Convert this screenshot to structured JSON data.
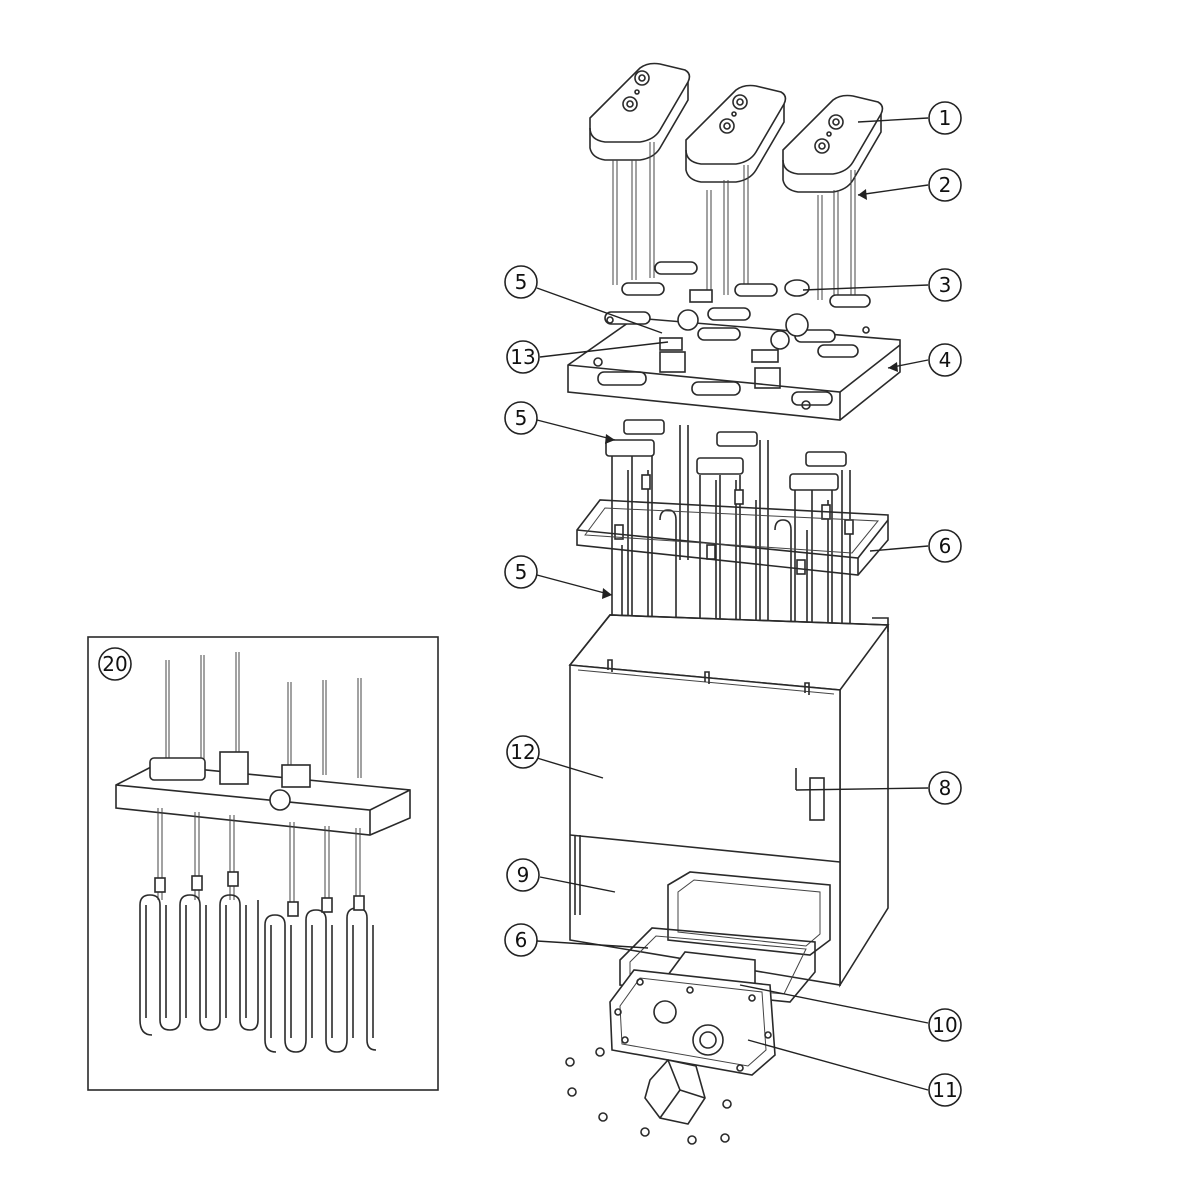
{
  "callouts": {
    "c1": "1",
    "c2": "2",
    "c3": "3",
    "c4": "4",
    "c5a": "5",
    "c5b": "5",
    "c5c": "5",
    "c6a": "6",
    "c6b": "6",
    "c8": "8",
    "c9": "9",
    "c10": "10",
    "c11": "11",
    "c12": "12",
    "c13": "13",
    "c20": "20"
  }
}
